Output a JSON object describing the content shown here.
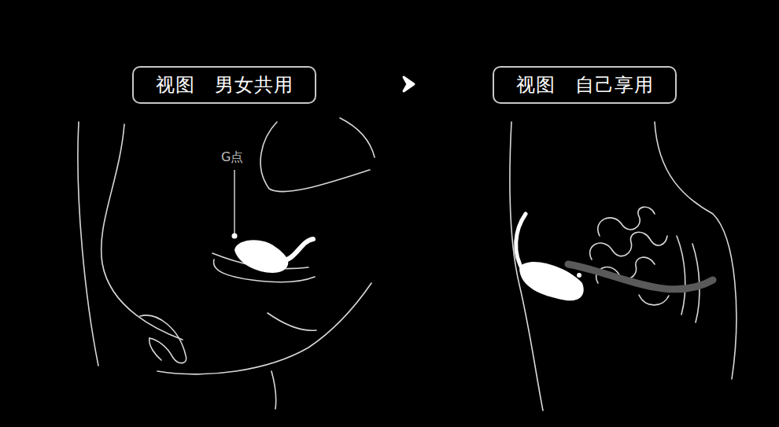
{
  "diagram": {
    "nodes": [
      {
        "text": [
          "视图　男女共用"
        ]
      },
      {
        "text": [
          "视图　自己享用"
        ]
      }
    ],
    "labels": [
      "G点"
    ]
  }
}
